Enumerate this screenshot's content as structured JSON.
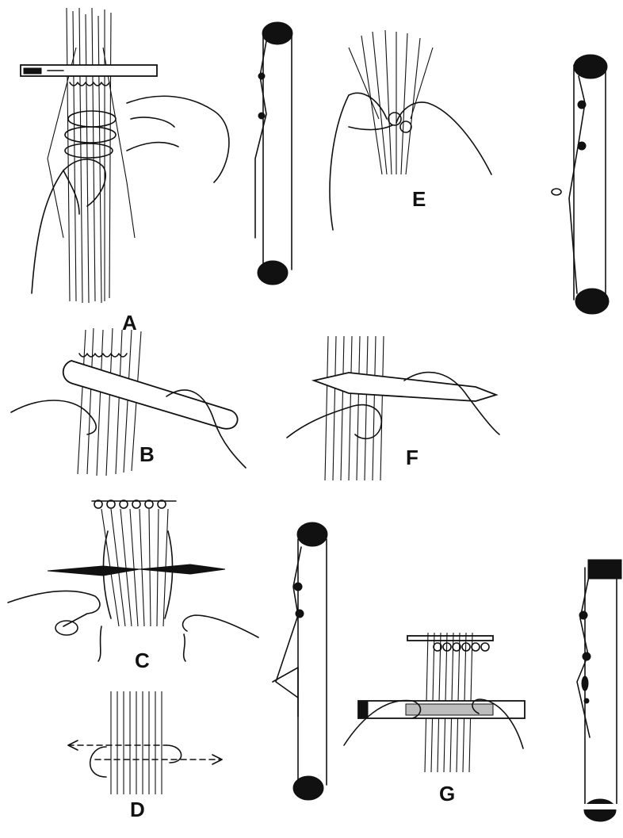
{
  "labels": {
    "A": "A",
    "B": "B",
    "C": "C",
    "D": "D",
    "E": "E",
    "F": "F",
    "G": "G"
  },
  "colors": {
    "ink": "#111111",
    "paper": "#ffffff"
  }
}
